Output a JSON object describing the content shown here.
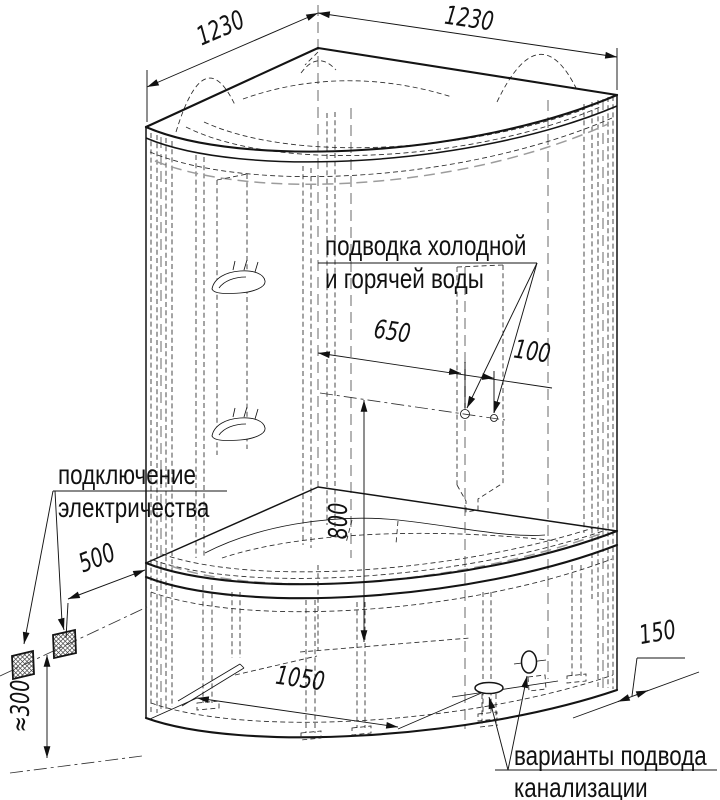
{
  "drawing": {
    "subject": "Corner shower cabin installation diagram",
    "background": "#ffffff",
    "line_color": "#141414",
    "gray_color": "#9c9c9c",
    "dimensions": {
      "top_left_width": "1230",
      "top_right_width": "1230",
      "water_offset": "650",
      "water_spacing": "100",
      "water_height": "800",
      "electric_offset": "500",
      "electric_height": "≈300",
      "drain_offset": "1050",
      "drain_wall_offset": "150"
    },
    "labels": {
      "water_supply": {
        "line1": "подводка холодной",
        "line2": "и горячей воды"
      },
      "electric": {
        "line1": "подключение",
        "line2": "электричества"
      },
      "sewer": {
        "line1": "варианты подвода",
        "line2": "канализации"
      }
    }
  }
}
